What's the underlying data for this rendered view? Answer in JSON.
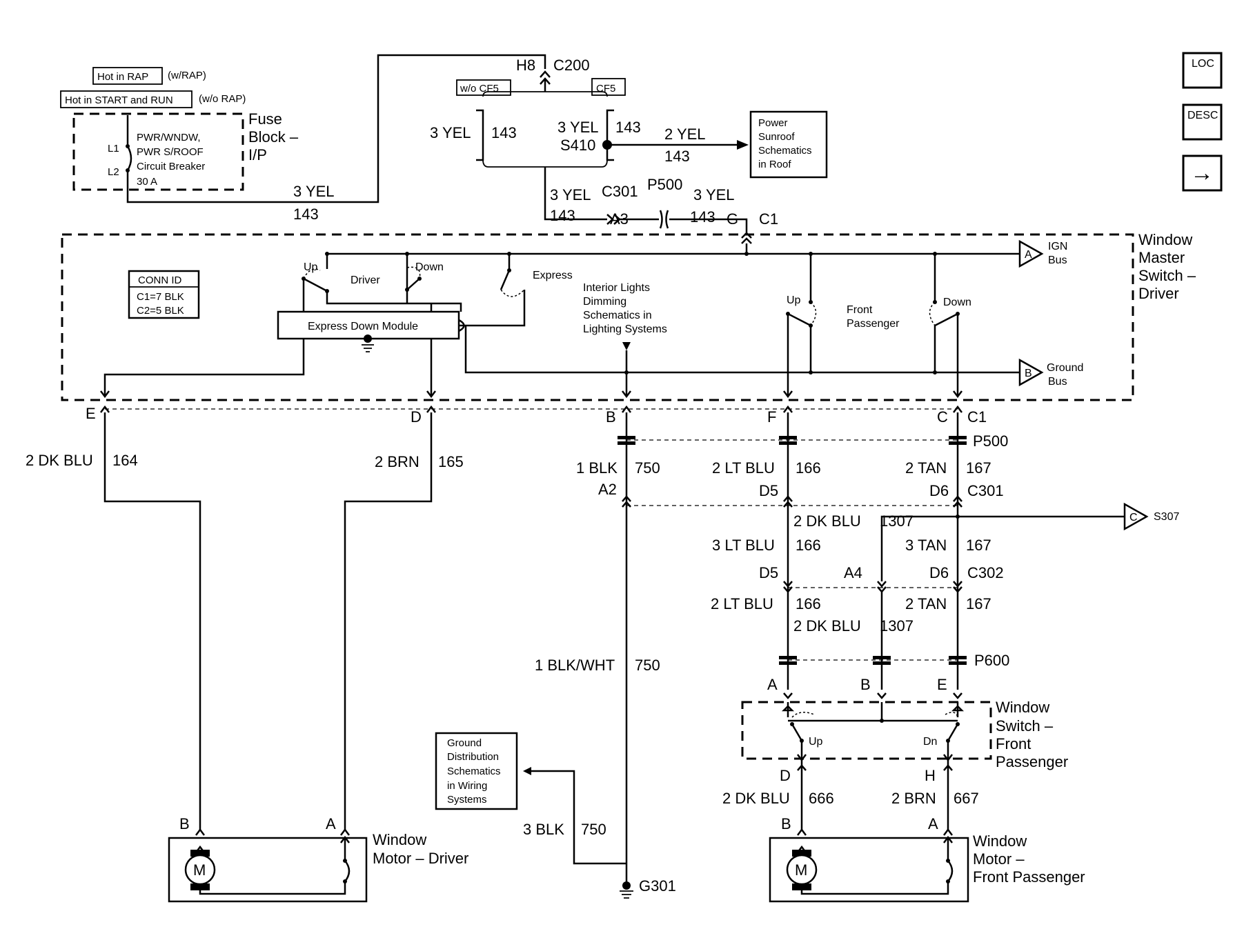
{
  "nav": {
    "loc": "LOC",
    "desc": "DESC",
    "next": "→"
  },
  "power": {
    "hot_rap": "Hot in RAP",
    "hot_rap_note": "(w/RAP)",
    "hot_start": "Hot in START and RUN",
    "hot_start_note": "(w/o RAP)",
    "fuse_block": [
      "Fuse",
      "Block –",
      "I/P"
    ],
    "breaker": [
      "PWR/WNDW,",
      "PWR S/ROOF",
      "Circuit Breaker",
      "30 A"
    ],
    "l1": "L1",
    "l2": "L2",
    "wire_gauge": "3 YEL",
    "wire_circuit": "143"
  },
  "splice": {
    "h8": "H8",
    "c200": "C200",
    "wo_cf5": "w/o CF5",
    "cf5": "CF5",
    "left_gauge": "3 YEL",
    "left_circuit": "143",
    "right_gauge": "3 YEL",
    "right_circuit": "143",
    "s410": "S410",
    "sunroof_gauge": "2 YEL",
    "sunroof_circuit": "143",
    "sunroof_ref": [
      "Power",
      "Sunroof",
      "Schematics",
      "in Roof"
    ],
    "c301_gauge": "3 YEL",
    "c301_circuit": "143",
    "c301": "C301",
    "a3": "A3",
    "p500": "P500",
    "p500_gauge": "3 YEL",
    "p500_circuit": "143",
    "g": "G",
    "c1": "C1"
  },
  "master": {
    "title": [
      "Window",
      "Master",
      "Switch –",
      "Driver"
    ],
    "conn_id": "CONN ID",
    "conn_c1": "C1=7 BLK",
    "conn_c2": "C2=5 BLK",
    "up": "Up",
    "driver": "Driver",
    "down": "Down",
    "express": "Express",
    "module": "Express Down Module",
    "interior_ref": [
      "Interior Lights",
      "Dimming",
      "Schematics in",
      "Lighting Systems"
    ],
    "fp_up": "Up",
    "front_passenger": [
      "Front",
      "Passenger"
    ],
    "fp_down": "Down",
    "ign_letter": "A",
    "ign_bus": [
      "IGN",
      "Bus"
    ],
    "gnd_letter": "B",
    "gnd_bus": [
      "Ground",
      "Bus"
    ]
  },
  "c1_pins": {
    "e": "E",
    "d": "D",
    "b": "B",
    "f": "F",
    "c": "C",
    "c1": "C1"
  },
  "driver_wires": {
    "dkblu_gauge": "2 DK BLU",
    "dkblu_circuit": "164",
    "brn_gauge": "2 BRN",
    "brn_circuit": "165"
  },
  "mid_wires": {
    "p500": "P500",
    "blk_gauge": "1 BLK",
    "blk_circuit": "750",
    "ltblu_gauge": "2 LT BLU",
    "ltblu_circuit": "166",
    "tan_gauge": "2 TAN",
    "tan_circuit": "167",
    "a2": "A2",
    "d5": "D5",
    "d6": "D6",
    "c301": "C301",
    "dkblu1307_gauge": "2 DK BLU",
    "dkblu1307_circuit": "1307",
    "c_letter": "C",
    "s307": "S307",
    "ltblu3_gauge": "3 LT BLU",
    "ltblu3_circuit": "166",
    "tan3_gauge": "3 TAN",
    "tan3_circuit": "167",
    "d5b": "D5",
    "a4": "A4",
    "d6b": "D6",
    "c302": "C302",
    "ltblu2_gauge": "2 LT BLU",
    "ltblu2_circuit": "166",
    "tan2_gauge": "2 TAN",
    "tan2_circuit": "167",
    "dkblu2_gauge": "2 DK BLU",
    "dkblu2_circuit": "1307",
    "p600": "P600",
    "blkwht_gauge": "1 BLK/WHT",
    "blkwht_circuit": "750"
  },
  "fp_switch": {
    "a": "A",
    "b": "B",
    "e": "E",
    "title": [
      "Window",
      "Switch –",
      "Front",
      "Passenger"
    ],
    "up": "Up",
    "dn": "Dn",
    "d": "D",
    "h": "H",
    "dkblu_gauge": "2 DK BLU",
    "dkblu_circuit": "666",
    "brn_gauge": "2 BRN",
    "brn_circuit": "667"
  },
  "ground": {
    "ref": [
      "Ground",
      "Distribution",
      "Schematics",
      "in Wiring",
      "Systems"
    ],
    "gauge": "3 BLK",
    "circuit": "750",
    "g301": "G301"
  },
  "driver_motor": {
    "b": "B",
    "a": "A",
    "m": "M",
    "title": [
      "Window",
      "Motor – Driver"
    ]
  },
  "fp_motor": {
    "b": "B",
    "a": "A",
    "m": "M",
    "title": [
      "Window",
      "Motor –",
      "Front Passenger"
    ]
  }
}
